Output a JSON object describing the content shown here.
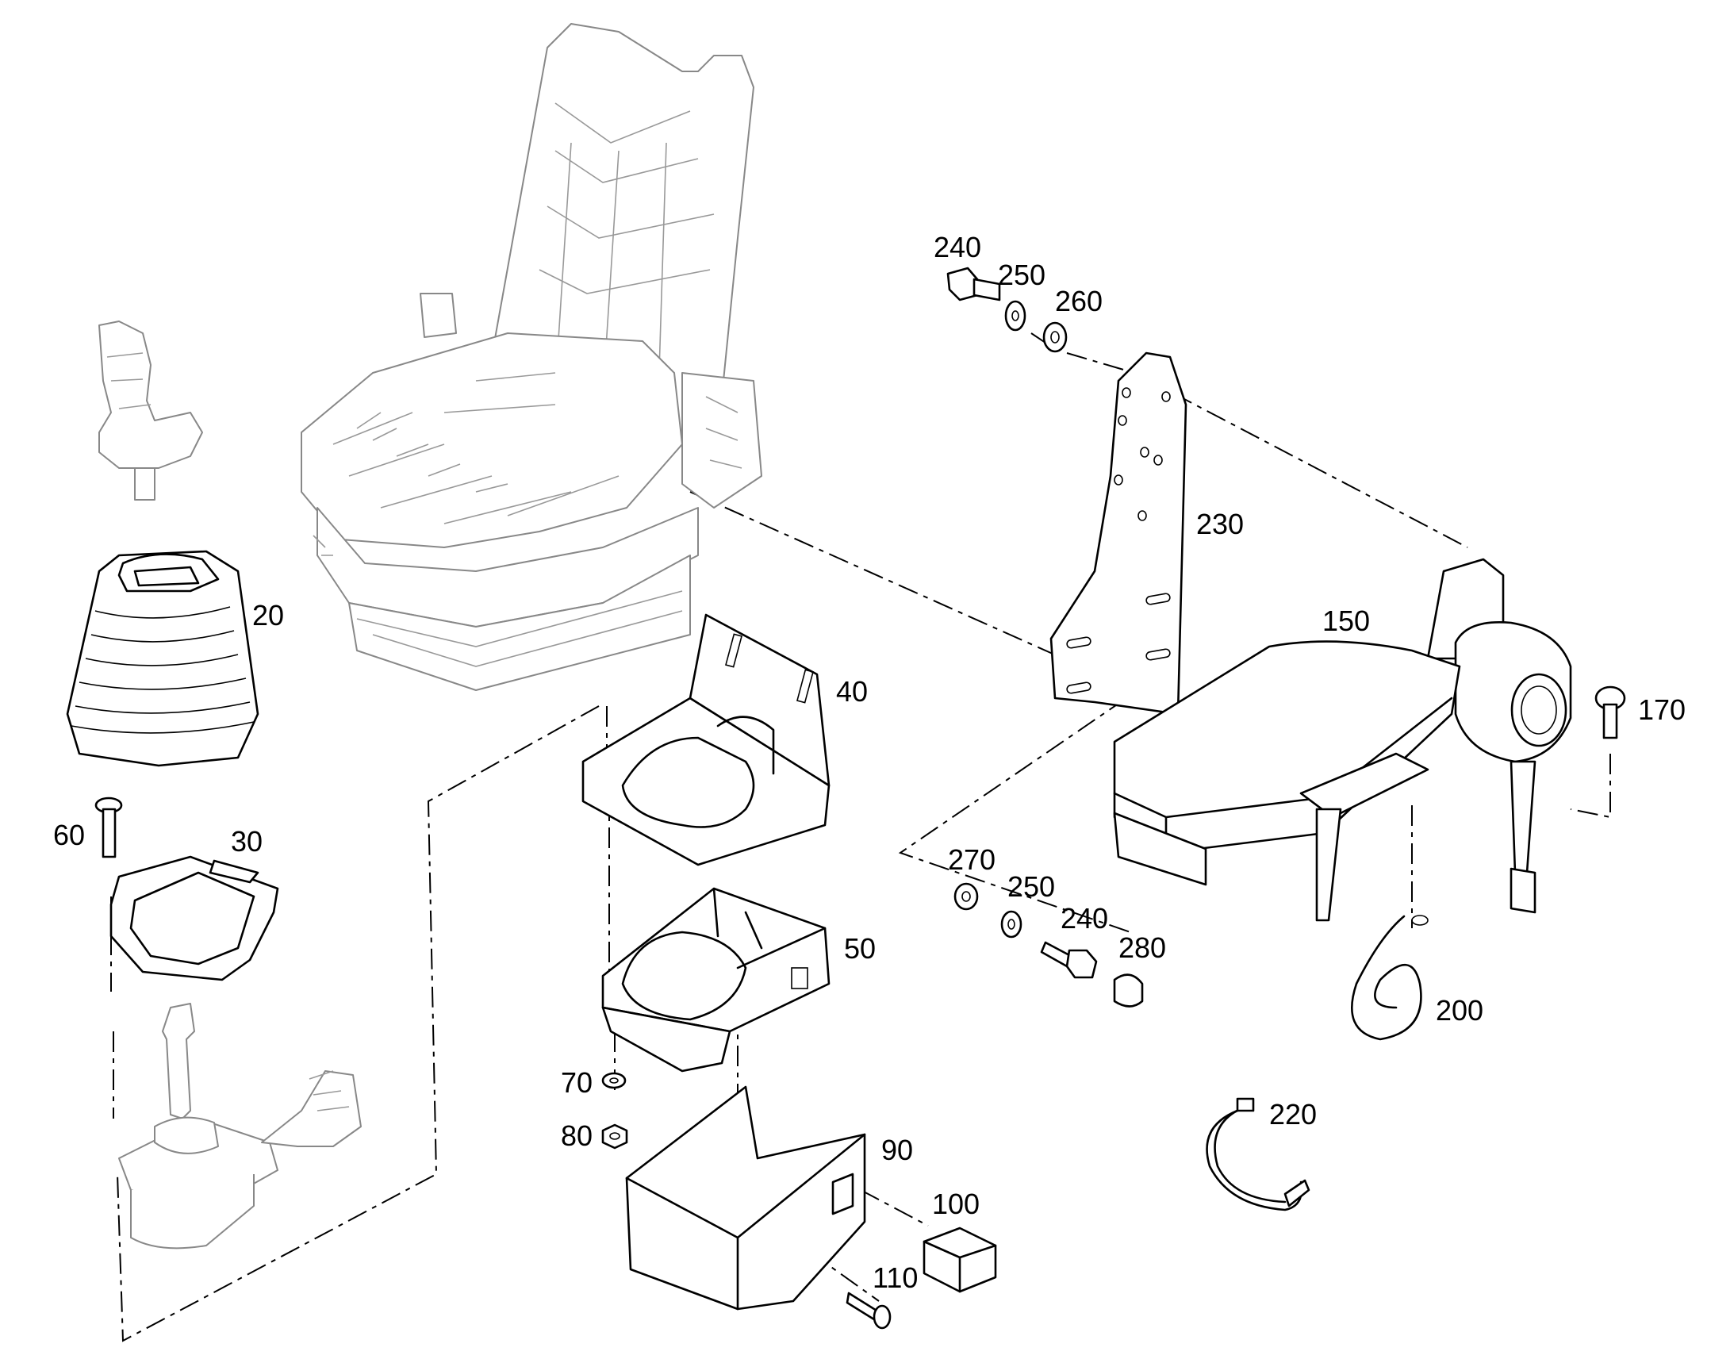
{
  "callouts": [
    {
      "id": "20",
      "label": "20"
    },
    {
      "id": "30",
      "label": "30"
    },
    {
      "id": "40",
      "label": "40"
    },
    {
      "id": "50",
      "label": "50"
    },
    {
      "id": "60",
      "label": "60"
    },
    {
      "id": "70",
      "label": "70"
    },
    {
      "id": "80",
      "label": "80"
    },
    {
      "id": "90",
      "label": "90"
    },
    {
      "id": "100",
      "label": "100"
    },
    {
      "id": "110",
      "label": "110"
    },
    {
      "id": "150",
      "label": "150"
    },
    {
      "id": "170",
      "label": "170"
    },
    {
      "id": "200",
      "label": "200"
    },
    {
      "id": "220",
      "label": "220"
    },
    {
      "id": "230",
      "label": "230"
    },
    {
      "id": "240a",
      "label": "240"
    },
    {
      "id": "250a",
      "label": "250"
    },
    {
      "id": "260",
      "label": "260"
    },
    {
      "id": "270",
      "label": "270"
    },
    {
      "id": "250b",
      "label": "250"
    },
    {
      "id": "240b",
      "label": "240"
    },
    {
      "id": "280",
      "label": "280"
    }
  ]
}
